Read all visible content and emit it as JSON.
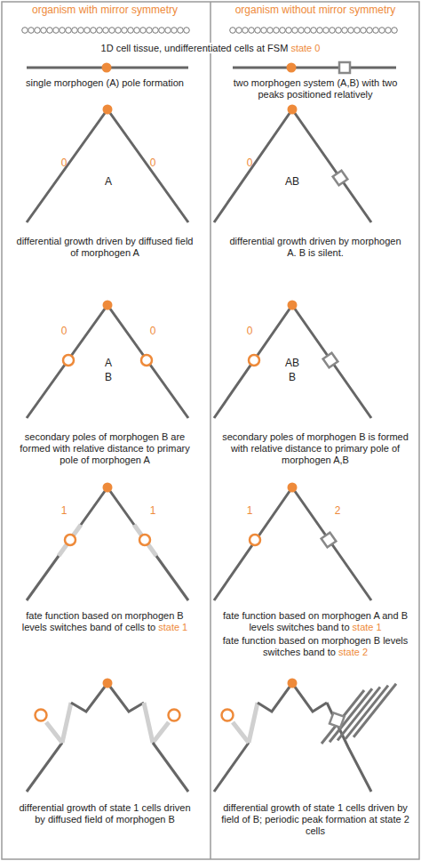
{
  "diagram": {
    "labels": [
      "organism with mirror symmetry",
      "organism without mirror symmetry",
      "1D cell tissue, undifferentiated cells at FSM",
      "state 0",
      "single morphogen (A) pole formation",
      "two morphogen system (A,B) with two peaks positioned relatively",
      "0",
      "0",
      "A",
      "differential growth driven by diffused field of morphogen A",
      "0",
      "AB",
      "differential growth driven by morphogen A. B is silent.",
      "0",
      "0",
      "A",
      "B",
      "secondary poles of morphogen B are formed with relative distance to primary pole of morphogen A",
      "0",
      "AB",
      "B",
      "secondary poles of morphogen B is formed with relative distance to primary pole of morphogen A,B",
      "1",
      "1",
      "fate function based on morphogen B levels switches band of cells to",
      "state 1",
      "1",
      "2",
      "fate function based on morphogen A and B levels switches band to",
      "state 1",
      "fate function based on morphogen B levels switches band to",
      "state 2",
      "differential growth of state 1 cells driven by diffused field of morphogen B",
      "differential growth of state 1 cells driven by field of B; periodic peak formation at state 2 cells"
    ]
  }
}
